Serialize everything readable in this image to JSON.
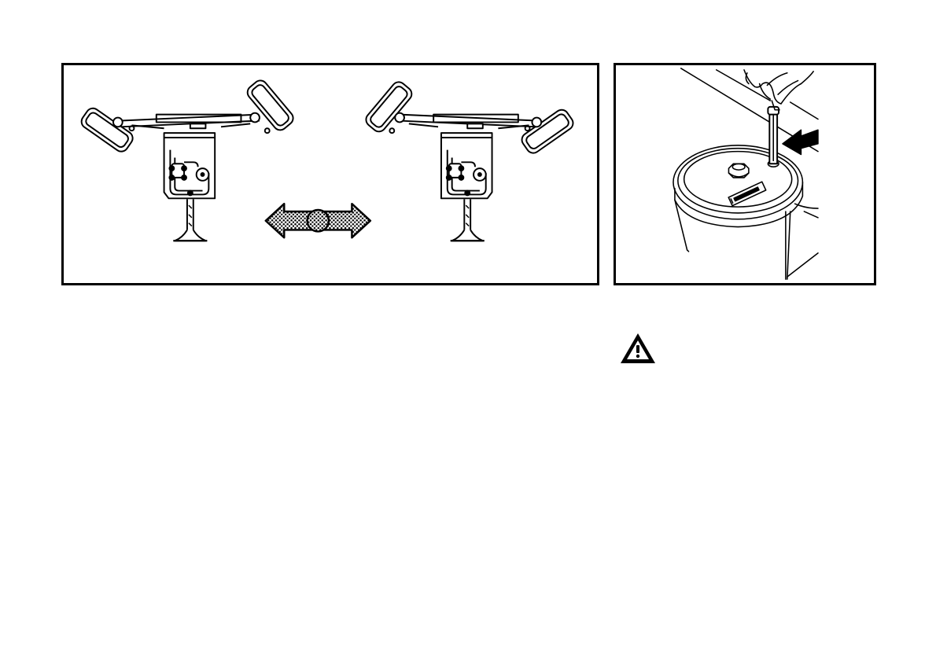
{
  "figures": [
    {
      "id": "mirror-adjustment",
      "icons": [
        "mirror-left-position",
        "double-arrow-icon",
        "mirror-right-position"
      ]
    },
    {
      "id": "tank-dipstick",
      "icons": [
        "dipstick",
        "pointer-arrow-icon",
        "tank-cap"
      ]
    }
  ],
  "warning": {
    "icon": "warning-triangle-icon",
    "color": "#000000"
  }
}
